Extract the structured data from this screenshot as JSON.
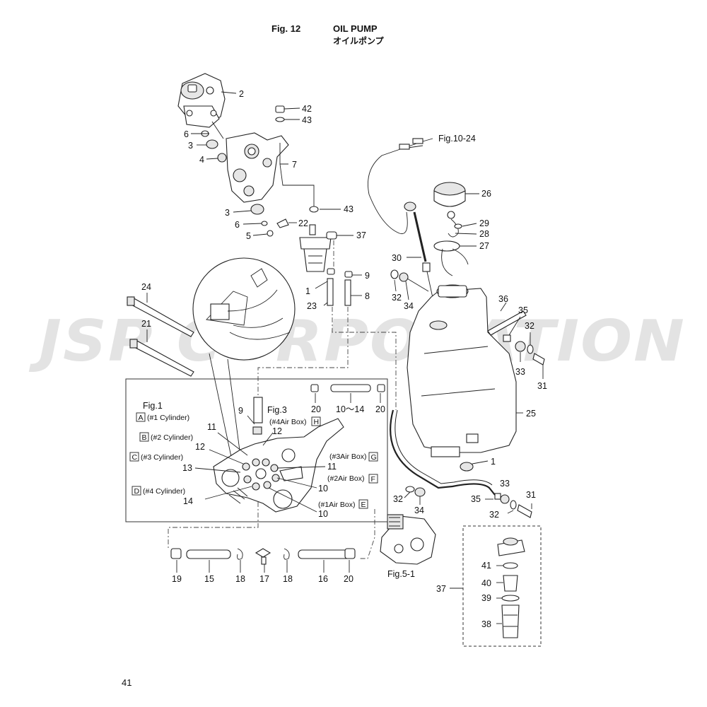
{
  "header": {
    "fig_no": "Fig. 12",
    "title_en": "OIL PUMP",
    "title_jp": "オイルポンプ"
  },
  "page_number": "41",
  "watermark": "JSP CORPORATION",
  "refs": {
    "fig_10_24": "Fig.10-24",
    "fig_5_1": "Fig.5-1",
    "fig_1": "Fig.1",
    "fig_3": "Fig.3"
  },
  "inset_rows": [
    {
      "letter": "A",
      "text": "(#1 Cylinder)"
    },
    {
      "letter": "B",
      "text": "(#2 Cylinder)"
    },
    {
      "letter": "C",
      "text": "(#3 Cylinder)"
    },
    {
      "letter": "D",
      "text": "(#4 Cylinder)"
    }
  ],
  "air_boxes": [
    {
      "letter": "H",
      "text": "(#4Air Box)"
    },
    {
      "letter": "G",
      "text": "(#3Air Box)"
    },
    {
      "letter": "F",
      "text": "(#2Air Box)"
    },
    {
      "letter": "E",
      "text": "(#1Air Box)"
    }
  ],
  "callouts": {
    "c2": "2",
    "c42": "42",
    "c43a": "43",
    "c6a": "6",
    "c3a": "3",
    "c4": "4",
    "c7": "7",
    "c43b": "43",
    "c3b": "3",
    "c6b": "6",
    "c22": "22",
    "c5": "5",
    "c37a": "37",
    "c9a": "9",
    "c1a": "1",
    "c8": "8",
    "c23": "23",
    "c24": "24",
    "c21": "21",
    "c26": "26",
    "c29": "29",
    "c28": "28",
    "c27": "27",
    "c30": "30",
    "c32a": "32",
    "c34a": "34",
    "c36": "36",
    "c35a": "35",
    "c32b": "32",
    "c33a": "33",
    "c31a": "31",
    "c25": "25",
    "c1b": "1",
    "c33b": "33",
    "c31b": "31",
    "c35b": "35",
    "c32c": "32",
    "c32d": "32",
    "c34b": "34",
    "c20a": "20",
    "c10_14": "10～14",
    "c20b": "20",
    "c9b": "9",
    "c11a": "11",
    "c12a": "12",
    "c12b": "12",
    "c13": "13",
    "c11b": "11",
    "c10a": "10",
    "c14": "14",
    "c10b": "10",
    "c19": "19",
    "c15": "15",
    "c18a": "18",
    "c17": "17",
    "c18b": "18",
    "c16": "16",
    "c20c": "20",
    "c41": "41",
    "c40": "40",
    "c39": "39",
    "c38": "38",
    "c37b": "37"
  }
}
